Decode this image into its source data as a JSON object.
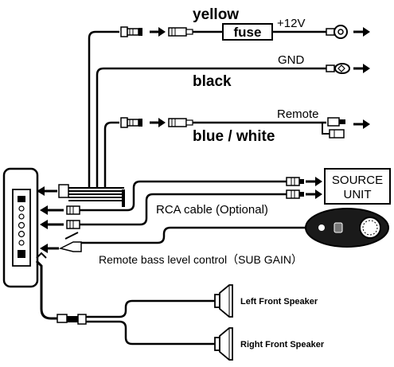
{
  "wires": {
    "yellow": {
      "label": "yellow",
      "fuse": "fuse",
      "voltage": "+12V"
    },
    "black": {
      "label": "black",
      "ground": "GND"
    },
    "blue_white": {
      "label": "blue / white",
      "remote": "Remote"
    }
  },
  "source_unit": {
    "line1": "SOURCE",
    "line2": "UNIT"
  },
  "rca_cable": {
    "label": "RCA cable (Optional)"
  },
  "remote_control": {
    "label": "Remote bass level control（SUB GAIN）"
  },
  "speakers": {
    "left": "Left Front Speaker",
    "right": "Right Front Speaker"
  },
  "colors": {
    "line": "#000000",
    "background": "#ffffff",
    "remote_body": "#1a1a1a"
  }
}
